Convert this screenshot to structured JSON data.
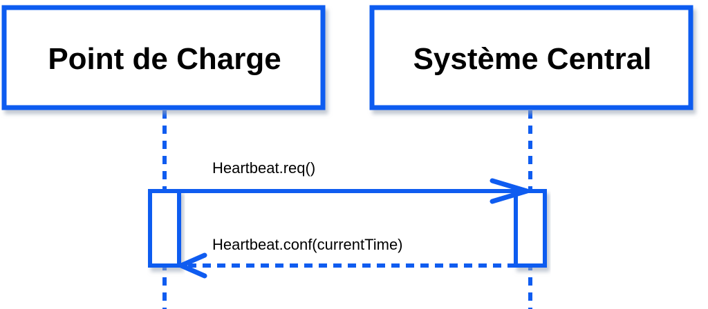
{
  "participants": [
    {
      "name": "Point de Charge"
    },
    {
      "name": "Système Central"
    }
  ],
  "messages": [
    {
      "label": "Heartbeat.req()",
      "from": "Point de Charge",
      "to": "Système Central",
      "style": "solid"
    },
    {
      "label": "Heartbeat.conf(currentTime)",
      "from": "Système Central",
      "to": "Point de Charge",
      "style": "dashed"
    }
  ],
  "colors": {
    "accent": "#0f5cf0",
    "shadow": "#9aa4b5",
    "text": "#000000",
    "background": "#ffffff"
  }
}
